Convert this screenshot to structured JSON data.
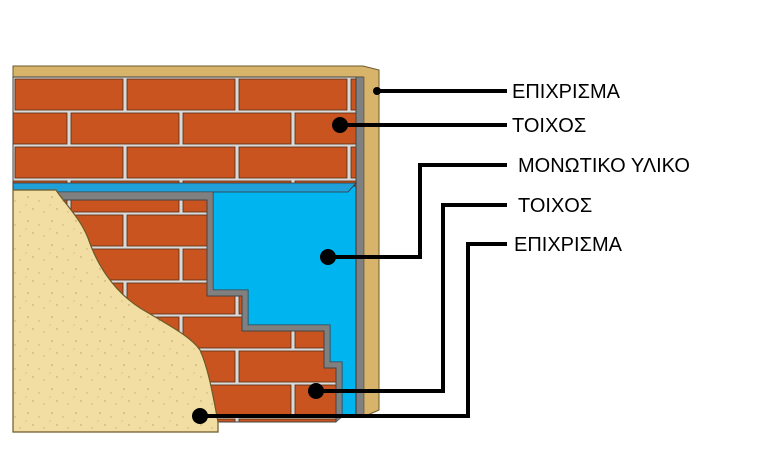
{
  "labels": {
    "plaster_outer": "ΕΠΙΧΡΙΣΜΑ",
    "wall_outer": "ΤΟΙΧΟΣ",
    "insulation": "ΜΟΝΩΤΙΚΟ ΥΛΙΚΟ",
    "wall_inner": "ΤΟΙΧΟΣ",
    "plaster_inner": "ΕΠΙΧΡΙΣΜΑ"
  },
  "colors": {
    "brick": "#C9541F",
    "mortar": "#D9D9D9",
    "insulation": "#00B4F0",
    "plaster": "#F2DDA2",
    "plaster_edge": "#D8B46A",
    "wall_edge": "#808080",
    "leader": "#000000"
  }
}
